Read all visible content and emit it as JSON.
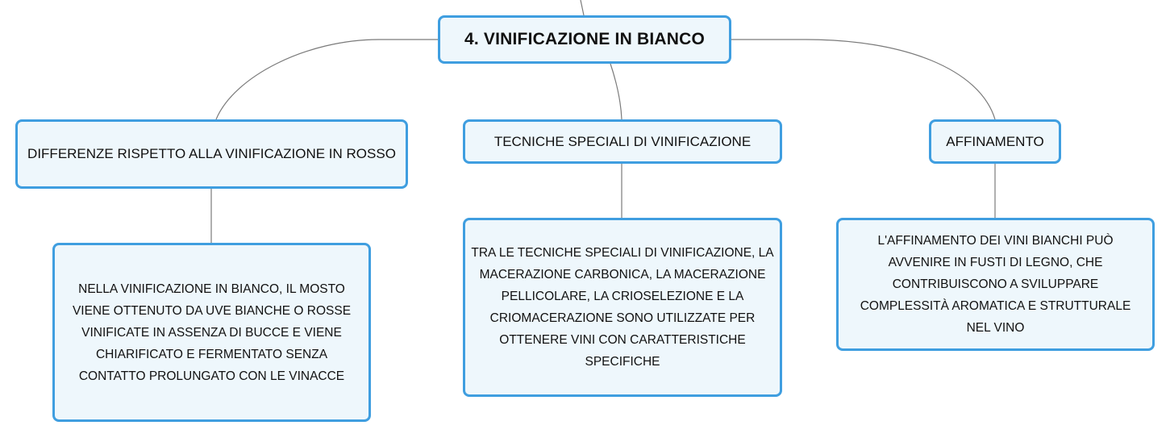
{
  "diagram": {
    "root": {
      "label": "4. VINIFICAZIONE IN BIANCO"
    },
    "branches": [
      {
        "label": "DIFFERENZE RISPETTO ALLA VINIFICAZIONE IN ROSSO",
        "detail": "NELLA VINIFICAZIONE IN BIANCO, IL MOSTO VIENE OTTENUTO DA UVE BIANCHE O ROSSE VINIFICATE IN ASSENZA DI BUCCE E VIENE CHIARIFICATO E FERMENTATO SENZA CONTATTO PROLUNGATO CON LE VINACCE"
      },
      {
        "label": "TECNICHE SPECIALI DI VINIFICAZIONE",
        "detail": "TRA LE TECNICHE SPECIALI DI VINIFICAZIONE, LA MACERAZIONE CARBONICA, LA MACERAZIONE PELLICOLARE, LA CRIOSELEZIONE E LA CRIOMACERAZIONE SONO UTILIZZATE PER OTTENERE VINI CON CARATTERISTICHE SPECIFICHE"
      },
      {
        "label": "AFFINAMENTO",
        "detail": "L'AFFINAMENTO DEI VINI BIANCHI PUÒ AVVENIRE IN FUSTI DI LEGNO, CHE CONTRIBUISCONO A SVILUPPARE COMPLESSITÀ AROMATICA E STRUTTURALE NEL VINO"
      }
    ],
    "colors": {
      "node_border": "#3f9ee0",
      "node_fill": "#eef7fc",
      "connector": "#7a7a7a",
      "text": "#111111"
    }
  }
}
